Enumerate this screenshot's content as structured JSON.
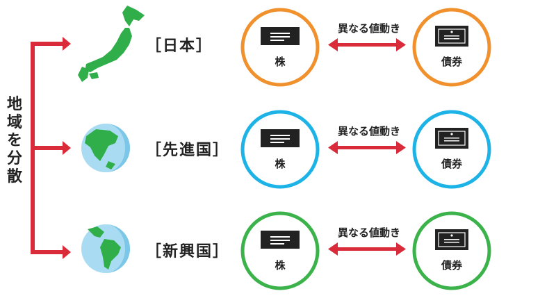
{
  "side_label": [
    "地",
    "域",
    "を",
    "分",
    "散"
  ],
  "rows": [
    {
      "region": "［日本］",
      "left": "株",
      "right": "債券",
      "relation": "異なる値動き",
      "color": "#F0912D",
      "icon": "japan-map-icon"
    },
    {
      "region": "［先進国］",
      "left": "株",
      "right": "債券",
      "relation": "異なる値動き",
      "color": "#1EB3E6",
      "icon": "globe-north-america-icon"
    },
    {
      "region": "［新興国］",
      "left": "株",
      "right": "債券",
      "relation": "異なる値動き",
      "color": "#3BB34A",
      "icon": "globe-south-america-icon"
    }
  ],
  "colors": {
    "arrow": "#D92B3A",
    "land": "#2FAE4A",
    "sea": "#A9DCF2",
    "ink": "#222222"
  }
}
